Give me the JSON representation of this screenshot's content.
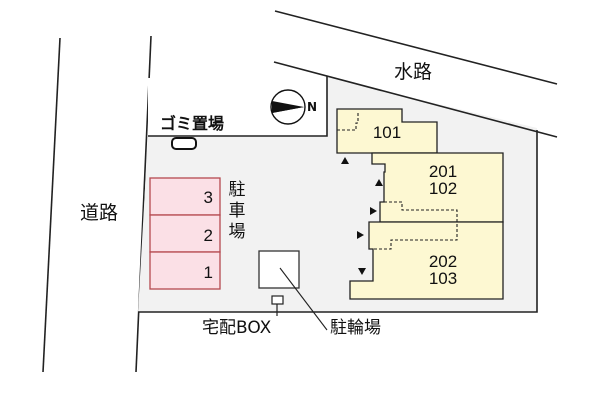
{
  "plan": {
    "road_label": "道路",
    "waterway_label": "水路",
    "garbage_label": "ゴミ置場",
    "parking_label": "駐車場",
    "parking_label_chars": [
      "駐",
      "車",
      "場"
    ],
    "delivery_box_label": "宅配BOX",
    "bicycle_parking_label": "駐輪場",
    "compass": {
      "icon": "north-arrow-icon",
      "label": "N"
    },
    "parking_spaces": [
      {
        "number": "3"
      },
      {
        "number": "2"
      },
      {
        "number": "1"
      }
    ],
    "units": [
      {
        "id": "unit-101",
        "lines": [
          "101"
        ]
      },
      {
        "id": "unit-201-102",
        "lines": [
          "201",
          "102"
        ]
      },
      {
        "id": "unit-202-103",
        "lines": [
          "202",
          "103"
        ]
      }
    ],
    "colors": {
      "site_fill": "#f2f2f2",
      "building_fill": "#fdf8d2",
      "parking_fill": "#fbe0e6",
      "parking_stroke": "#b5494f",
      "line": "#222222"
    }
  }
}
